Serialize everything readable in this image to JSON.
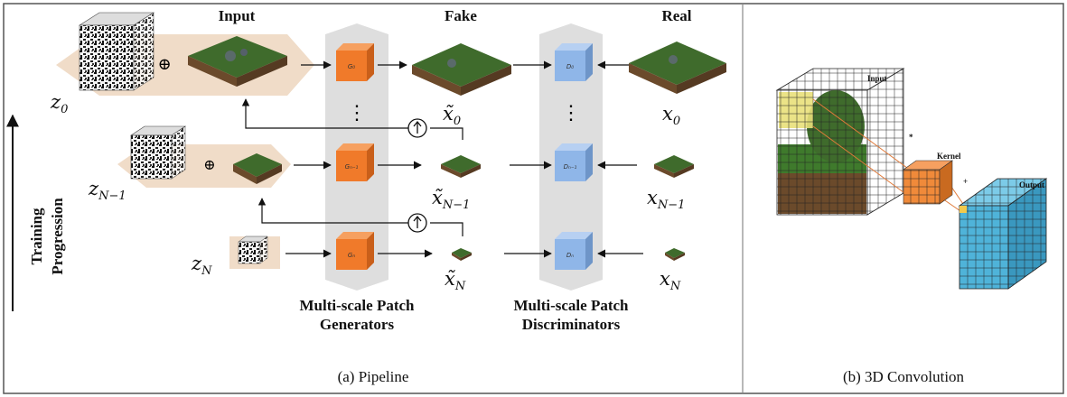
{
  "colors": {
    "generator": "#f07a2a",
    "discriminator": "#8fb6e8",
    "band": "#d9d9d9",
    "input_plate": "#f0dcc8",
    "grass": "#3f6b2c",
    "soil": "#6b4a2b",
    "output_cube": "#4fb3d9",
    "kernel_cube": "#f08a3a",
    "input_cube_highlight": "#e9e07a"
  },
  "icons": {
    "plus": "circle-plus-icon",
    "upsample": "circle-up-arrow-icon",
    "noise": "noise-volume-icon",
    "terrain": "terrain-block-icon",
    "arrow": "arrow-icon"
  },
  "pipeline": {
    "header_input": "Input",
    "header_fake": "Fake",
    "header_real": "Real",
    "label_z0": "z",
    "sub_z0": "0",
    "label_zn1": "z",
    "sub_zn1": "N−1",
    "label_zn": "z",
    "sub_zn": "N",
    "label_x0_fake": "x̃",
    "sub_x0_fake": "0",
    "label_xn1_fake": "x̃",
    "sub_xn1_fake": "N−1",
    "label_xn_fake": "x̃",
    "sub_xn_fake": "N",
    "label_x0_real": "x",
    "sub_x0_real": "0",
    "label_xn1_real": "x",
    "sub_xn1_real": "N−1",
    "label_xn_real": "x",
    "sub_xn_real": "N",
    "gen_label_0": "G₀",
    "gen_label_n1": "Gₙ₋₁",
    "gen_label_n": "Gₙ",
    "disc_label_0": "D₀",
    "disc_label_n1": "Dₙ₋₁",
    "disc_label_n": "Dₙ",
    "vdots": "⋮",
    "plus_symbol": "⊕",
    "gen_caption_1": "Multi-scale Patch",
    "gen_caption_2": "Generators",
    "disc_caption_1": "Multi-scale Patch",
    "disc_caption_2": "Discriminators",
    "progression_1": "Training",
    "progression_2": "Progression",
    "caption": "(a) Pipeline"
  },
  "convolution": {
    "label_input": "Input",
    "label_kernel": "Kernel",
    "label_output": "Output",
    "op_times": "*",
    "op_plus": "+",
    "caption": "(b) 3D Convolution"
  }
}
